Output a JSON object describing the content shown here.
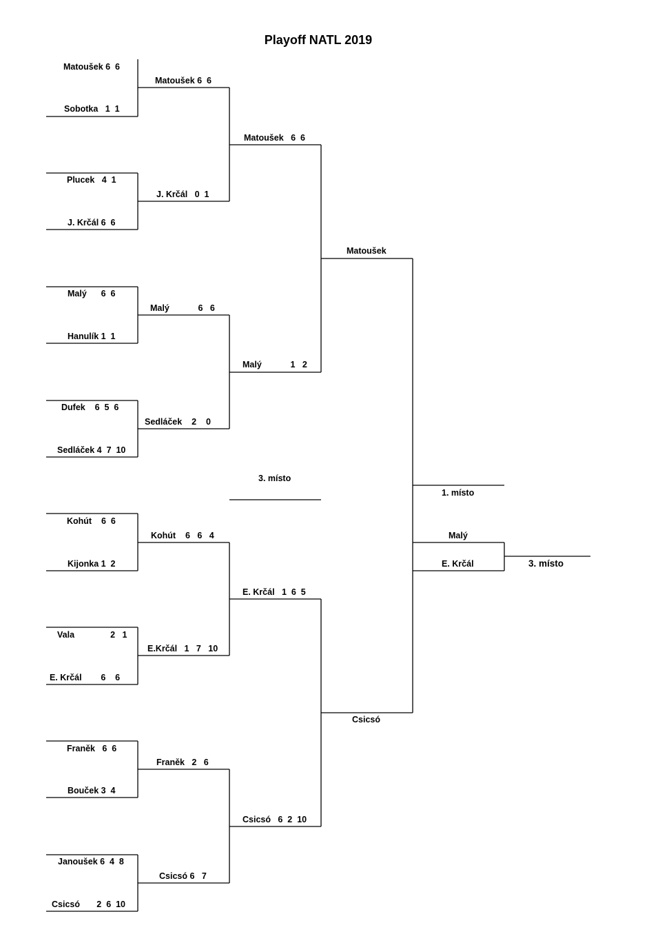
{
  "title": "Playoff NATL 2019",
  "round1": [
    "Matoušek 6  6",
    "Sobotka   1  1",
    "Plucek   4  1",
    "J. Krčál 6  6",
    "Malý      6  6",
    "Hanulík 1  1",
    "Dufek    6  5  6",
    "Sedláček 4  7  10",
    "Kohút    6  6",
    "Kijonka 1  2",
    "Vala               2   1",
    "E. Krčál        6    6",
    "Franěk   6  6",
    "Bouček 3  4",
    "Janoušek 6  4  8",
    "Csicsó       2  6  10"
  ],
  "round2": [
    "Matoušek 6  6",
    "J. Krčál   0  1",
    "Malý            6   6",
    "Sedláček    2    0",
    "Kohút    6   6   4",
    "E.Krčál   1   7   10",
    "Franěk   2   6",
    "Csicsó 6   7"
  ],
  "round3": [
    "Matoušek   6  6",
    "Malý            1   2",
    "E. Krčál   1  6  5",
    "Csicsó   6  2  10"
  ],
  "semifinal": [
    "Matoušek",
    "Csicsó"
  ],
  "final": {
    "first_place": "1. místo",
    "third_a": "Malý",
    "third_b": "E. Krčál",
    "third_place": "3. místo",
    "third_label_mid": "3. místo"
  }
}
